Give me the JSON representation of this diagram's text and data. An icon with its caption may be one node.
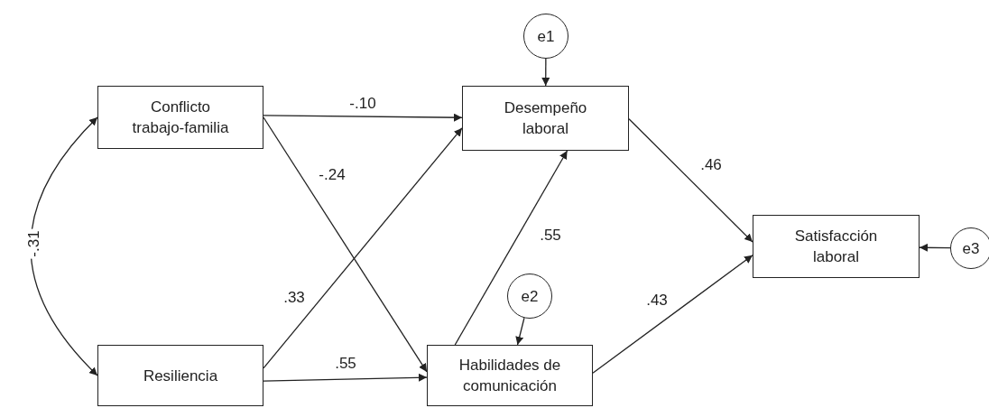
{
  "diagram": {
    "nodes": [
      {
        "text": [
          "e1"
        ]
      },
      {
        "text": [
          "Conflicto trabajo-familia"
        ]
      },
      {
        "text": [
          "Desempeño laboral"
        ]
      },
      {
        "text": [
          "Satisfacción laboral"
        ]
      },
      {
        "text": [
          "e3"
        ]
      },
      {
        "text": [
          "e2"
        ]
      },
      {
        "text": [
          "Resiliencia"
        ]
      },
      {
        "text": [
          "Habilidades de comunicación"
        ]
      }
    ],
    "edges": [
      {
        "from": 0,
        "to": 2,
        "arrow": "to"
      },
      {
        "from": 1,
        "to": 2,
        "arrow": "to",
        "label": "-.10"
      },
      {
        "from": 1,
        "to": 7,
        "arrow": "to",
        "label": "-.24"
      },
      {
        "from": 1,
        "to": 6,
        "arrow": "both",
        "label": "-.31"
      },
      {
        "from": 2,
        "to": 3,
        "arrow": "to",
        "label": ".46"
      },
      {
        "from": 4,
        "to": 3,
        "arrow": "to"
      },
      {
        "from": 7,
        "to": 2,
        "arrow": "to",
        "label": ".55"
      },
      {
        "from": 6,
        "to": 2,
        "arrow": "to",
        "label": ".33"
      },
      {
        "from": 5,
        "to": 7,
        "arrow": "to"
      },
      {
        "from": 6,
        "to": 7,
        "arrow": "to",
        "label": ".55"
      },
      {
        "from": 7,
        "to": 3,
        "arrow": "to",
        "label": ".43"
      }
    ]
  }
}
